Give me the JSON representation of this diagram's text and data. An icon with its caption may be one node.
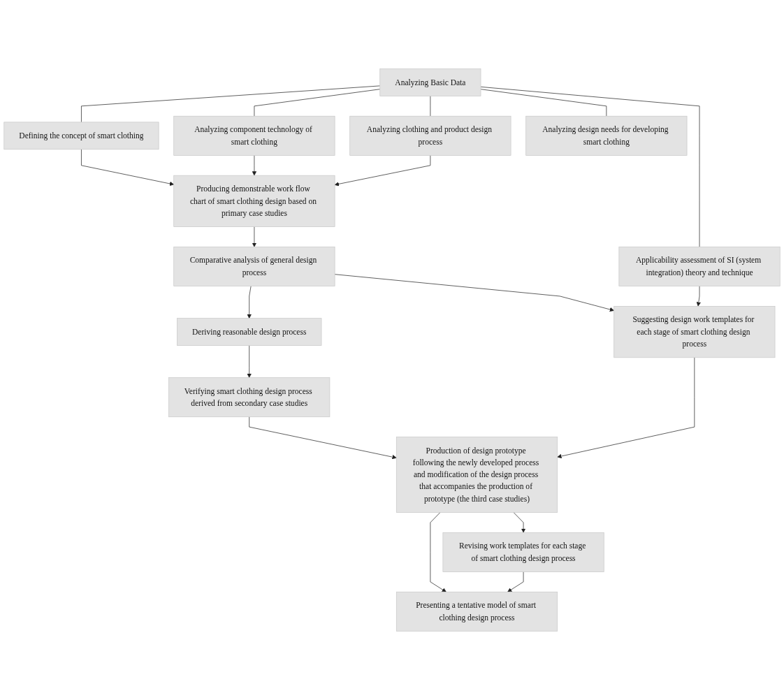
{
  "diagram": {
    "nodes": [
      {
        "text": [
          "Analyzing Basic Data"
        ]
      },
      {
        "text": [
          "Defining the concept of smart clothing"
        ]
      },
      {
        "text": [
          "Analyzing component technology of smart clothing"
        ]
      },
      {
        "text": [
          "Analyzing clothing and product design process"
        ]
      },
      {
        "text": [
          "Analyzing design needs for developing smart clothing"
        ]
      },
      {
        "text": [
          "Applicability assessment of SI (system integration) theory and technique"
        ]
      },
      {
        "text": [
          "Producing demonstrable work flow chart of smart clothing design based on primary case studies"
        ]
      },
      {
        "text": [
          "Comparative analysis of general design process"
        ]
      },
      {
        "text": [
          "Deriving reasonable design process"
        ]
      },
      {
        "text": [
          "Verifying smart clothing design process derived from secondary case studies"
        ]
      },
      {
        "text": [
          "Suggesting design work templates for each stage of smart clothing design process"
        ]
      },
      {
        "text": [
          "Production of design prototype following the newly developed process and modification of the design process that accompanies the production of prototype (the third case studies)"
        ]
      },
      {
        "text": [
          "Presenting a tentative model of smart clothing design process"
        ]
      },
      {
        "text": [
          "Revising work templates for each stage of smart clothing design process"
        ]
      }
    ],
    "edges": [
      {
        "from": 0,
        "to": 1,
        "arrow": "none"
      },
      {
        "from": 0,
        "to": 2,
        "arrow": "none"
      },
      {
        "from": 0,
        "to": 3,
        "arrow": "none"
      },
      {
        "from": 0,
        "to": 4,
        "arrow": "none"
      },
      {
        "from": 0,
        "to": 5,
        "arrow": "none"
      },
      {
        "from": 1,
        "to": 6,
        "arrow": "to"
      },
      {
        "from": 2,
        "to": 6,
        "arrow": "to"
      },
      {
        "from": 3,
        "to": 6,
        "arrow": "to"
      },
      {
        "from": 6,
        "to": 7,
        "arrow": "to"
      },
      {
        "from": 7,
        "to": 8,
        "arrow": "to"
      },
      {
        "from": 8,
        "to": 9,
        "arrow": "to"
      },
      {
        "from": 5,
        "to": 10,
        "arrow": "to"
      },
      {
        "from": 7,
        "to": 10,
        "arrow": "to"
      },
      {
        "from": 9,
        "to": 11,
        "arrow": "to"
      },
      {
        "from": 10,
        "to": 11,
        "arrow": "to"
      },
      {
        "from": 11,
        "to": 12,
        "arrow": "to"
      },
      {
        "from": 11,
        "to": 13,
        "arrow": "to"
      },
      {
        "from": 13,
        "to": 12,
        "arrow": "to"
      }
    ]
  }
}
